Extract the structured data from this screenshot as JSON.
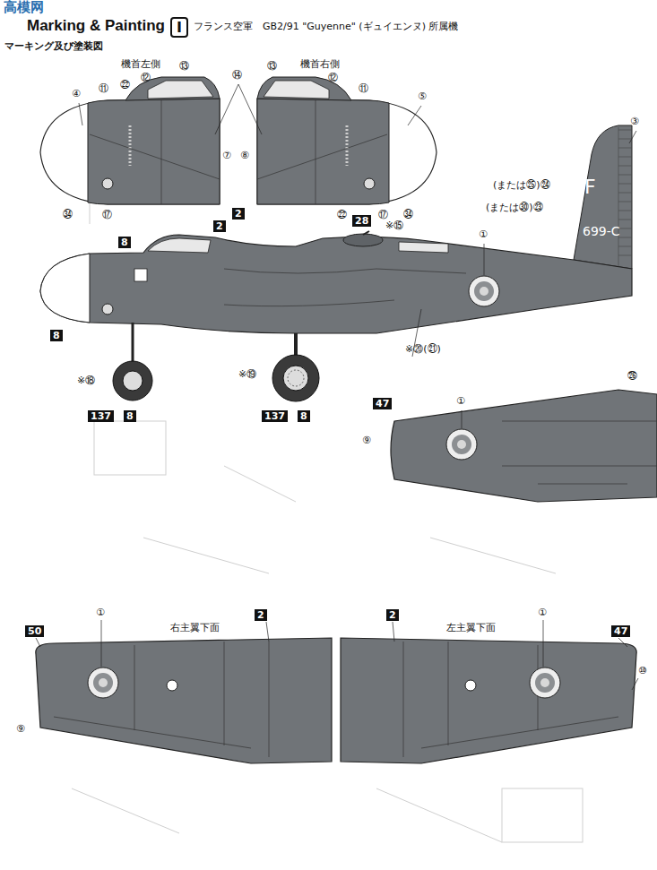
{
  "diagram": {
    "title": "Marking & Painting",
    "nodes": [
      {
        "text": [
          "I"
        ]
      },
      {
        "text": [
          "2"
        ]
      },
      {
        "text": [
          "8"
        ]
      },
      {
        "text": [
          "2"
        ]
      },
      {
        "text": [
          "28"
        ]
      },
      {
        "text": [
          "8"
        ]
      },
      {
        "text": [
          "137"
        ]
      },
      {
        "text": [
          "8"
        ]
      },
      {
        "text": [
          "137"
        ]
      },
      {
        "text": [
          "8"
        ]
      },
      {
        "text": [
          "47"
        ]
      },
      {
        "text": [
          "50"
        ]
      },
      {
        "text": [
          "2"
        ]
      },
      {
        "text": [
          "2"
        ]
      },
      {
        "text": [
          "47"
        ]
      }
    ],
    "labels": [
      "高模网",
      "マーキング及び塗装図",
      "フランス空軍　GB2/91 \"Guyenne\" (ギュイエンヌ) 所属機",
      "機首左側",
      "機首右側",
      "④",
      "⑪",
      "㉒",
      "⑫",
      "⑬",
      "⑭",
      "⑦",
      "⑧",
      "㉞",
      "⑰",
      "⑬",
      "⑫",
      "⑪",
      "⑤",
      "㉒",
      "⑰",
      "㉞",
      "※⑮",
      "①",
      "③",
      "(または㉕)㉔",
      "(または㉚)㉓",
      "※⑳(㉑)",
      "※⑱",
      "※⑲",
      "F",
      "699-C",
      "①",
      "㉖",
      "⑨",
      "右主翼下面",
      "左主翼下面",
      "①",
      "⑨",
      "①",
      "⑩"
    ]
  }
}
